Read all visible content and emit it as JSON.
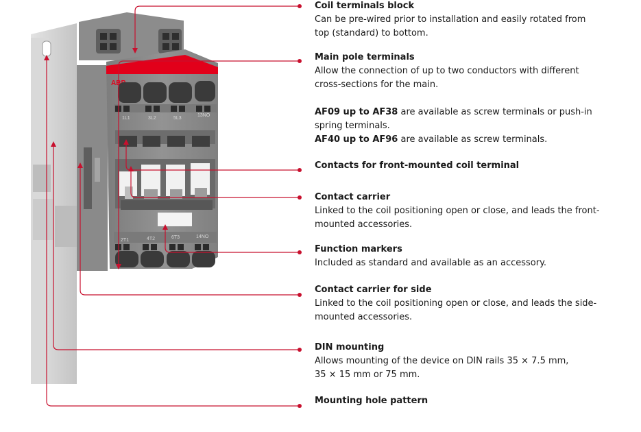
{
  "brand_logo_text": "ABB",
  "terminal_labels": {
    "top": [
      "1L1",
      "3L2",
      "5L3",
      "13NO"
    ],
    "bottom": [
      "2T1",
      "4T2",
      "6T3",
      "14NO"
    ]
  },
  "colors": {
    "leader": "#c8102e",
    "brand_red": "#e2001a",
    "housing": "#8d8d8d",
    "housing_dark": "#6f6f6f",
    "housing_light": "#a9a9a9",
    "din_rail": "#d6d6d6",
    "text": "#1a1a1a"
  },
  "callouts": [
    {
      "title": "Coil terminals block",
      "lines": [
        "Can be pre-wired prior to installation and easily rotated from",
        "top (standard) to bottom."
      ]
    },
    {
      "title": "Main pole terminals",
      "lines": [
        "Allow the connection of up to two conductors with different",
        "cross-sections for the main."
      ],
      "extra": [
        {
          "bold": "AF09 up to AF38",
          "rest": " are available as screw terminals or push-in"
        },
        {
          "bold": "",
          "rest": "spring terminals."
        },
        {
          "bold": "AF40 up to AF96",
          "rest": " are available as screw terminals."
        }
      ]
    },
    {
      "title": "Contacts for front-mounted coil terminal",
      "lines": []
    },
    {
      "title": "Contact carrier",
      "lines": [
        "Linked to the coil positioning open or close, and leads the front-",
        "mounted accessories."
      ]
    },
    {
      "title": "Function markers",
      "lines": [
        "Included as standard and available as an accessory."
      ]
    },
    {
      "title": "Contact carrier for side",
      "lines": [
        "Linked to the coil positioning open or close, and leads the side-",
        "mounted accessories."
      ]
    },
    {
      "title": "DIN mounting",
      "lines": [
        "Allows mounting of the device on DIN rails 35 × 7.5 mm,",
        "35 × 15 mm or 75 mm."
      ]
    },
    {
      "title": "Mounting hole pattern",
      "lines": []
    }
  ]
}
